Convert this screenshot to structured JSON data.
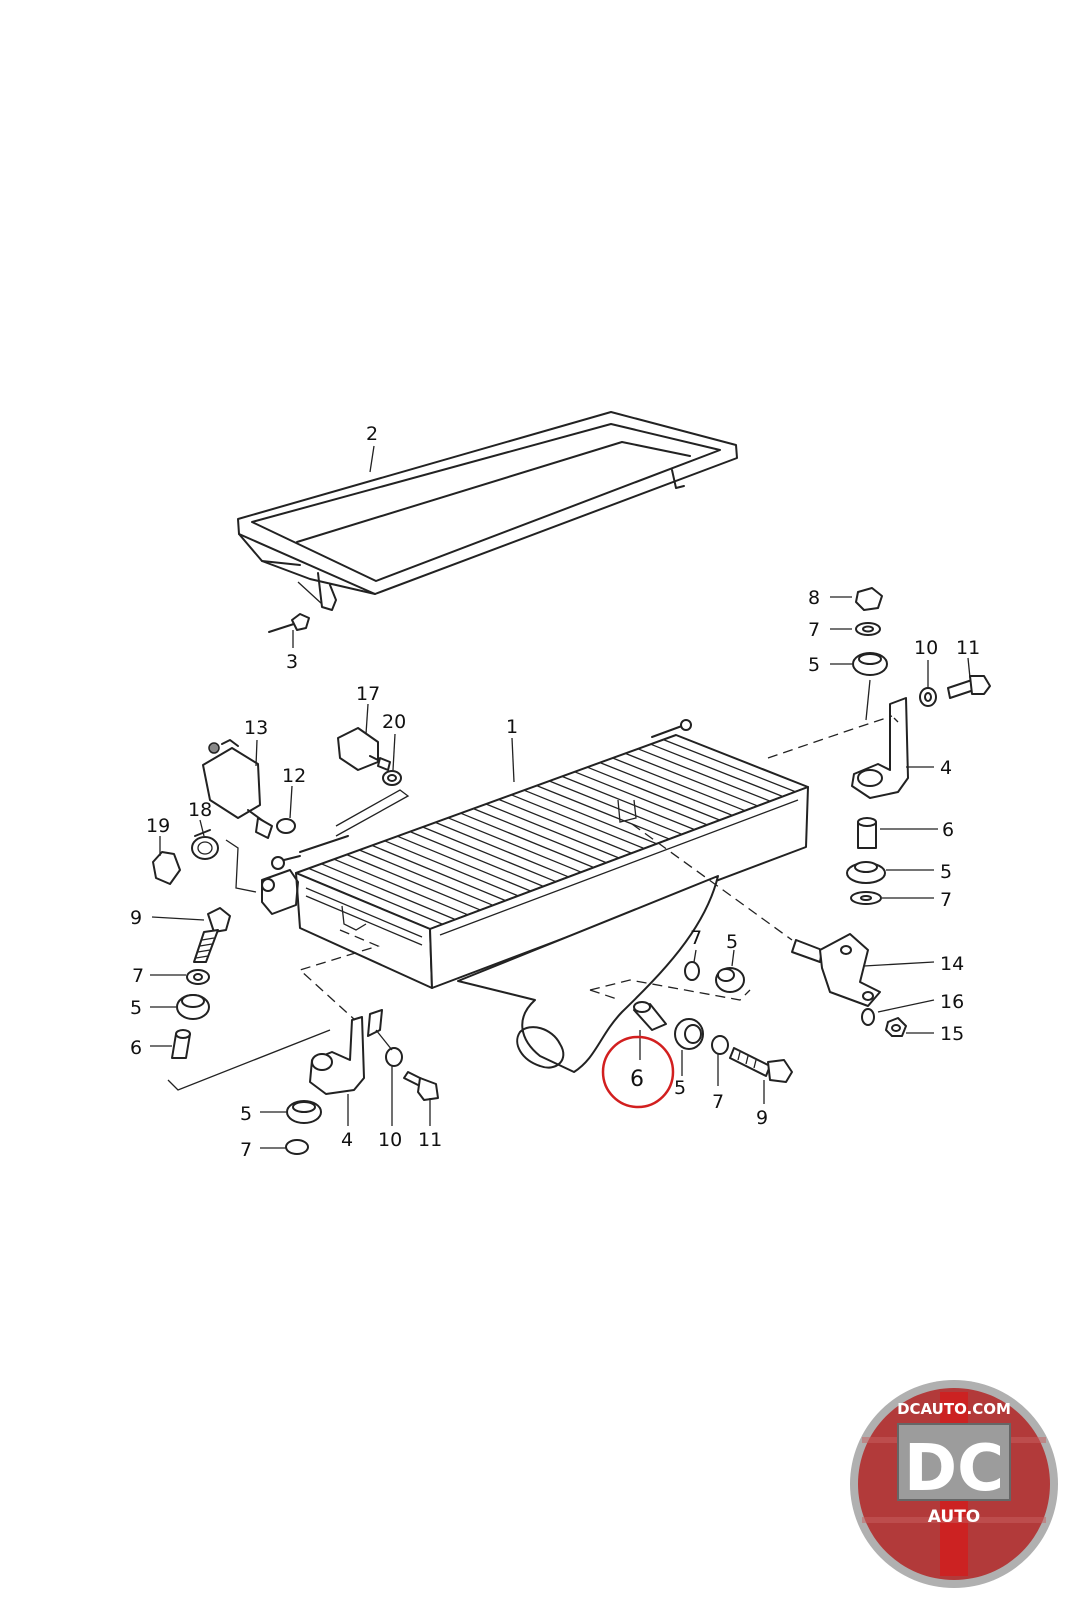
{
  "callouts": {
    "c1": "1",
    "c2": "2",
    "c3": "3",
    "c4_right": "4",
    "c4_left": "4",
    "c5_topright": "5",
    "c5_right": "5",
    "c5_mid": "5",
    "c5_bottom": "5",
    "c5_left": "5",
    "c5_lower": "5",
    "c6_right": "6",
    "c6_left": "6",
    "c6_highlight": "6",
    "c7_topright": "7",
    "c7_right": "7",
    "c7_mid": "7",
    "c7_left": "7",
    "c7_bottom": "7",
    "c7_lower": "7",
    "c8": "8",
    "c9_left": "9",
    "c9_bottom": "9",
    "c10_right": "10",
    "c10_left": "10",
    "c11_right": "11",
    "c11_left": "11",
    "c12": "12",
    "c13": "13",
    "c14": "14",
    "c15": "15",
    "c16": "16",
    "c17": "17",
    "c18": "18",
    "c19": "19",
    "c20": "20"
  },
  "highlight": {
    "part": "6",
    "color": "#d21f1f"
  },
  "logo": {
    "url_text": "DCAUTO.COM",
    "monogram": "DC",
    "sub_text": "AUTO",
    "colors": {
      "ring": "#b0b0b0",
      "field": "#b23a3a",
      "stripe": "#cc2222"
    }
  }
}
